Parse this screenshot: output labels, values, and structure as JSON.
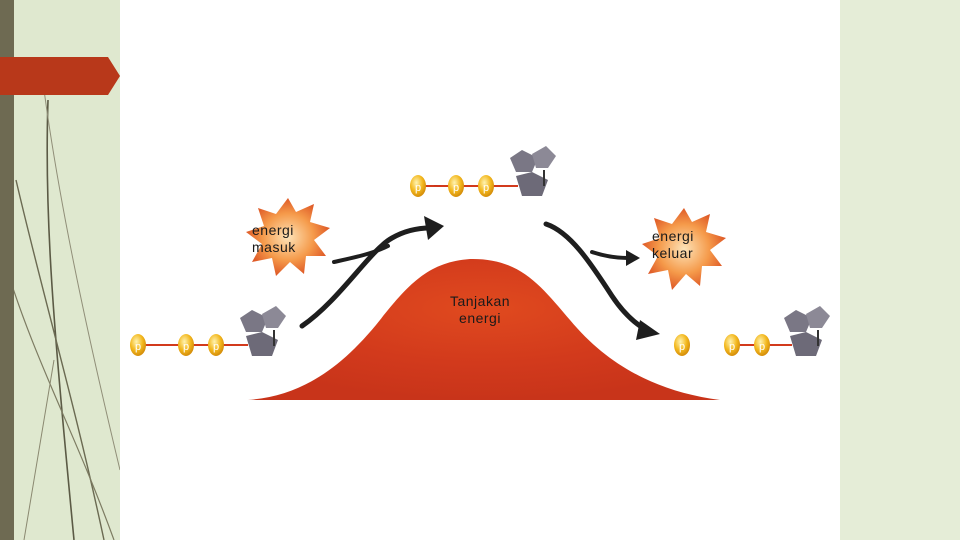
{
  "labels": {
    "energy_in": "energi\nmasuk",
    "energy_out": "energi\nkeluar",
    "hill": "Tanjakan\nenergi"
  },
  "phosphate_letter": "p",
  "bond_glyph": "~",
  "colors": {
    "hill": "#d23a1c",
    "hill_light": "#e8602e",
    "arrow": "#1e1e1e",
    "burst": "#e8742a",
    "phosphate": "#f3b81e",
    "base": "#7a7785",
    "title_marker": "#b8381a"
  }
}
